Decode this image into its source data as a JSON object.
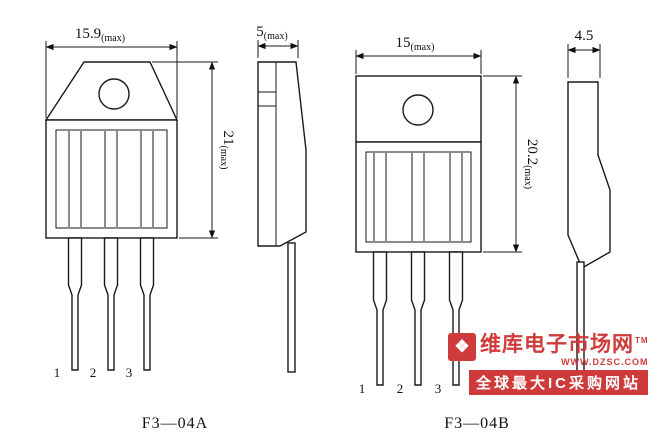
{
  "figure_a": {
    "front": {
      "width_dim": {
        "value": "15.9",
        "suffix": "(max)"
      },
      "height_dim": {
        "value": "21",
        "suffix": "(max)"
      },
      "pins": [
        "1",
        "2",
        "3"
      ],
      "caption": "F3—04A"
    },
    "side": {
      "width_dim": {
        "value": "5",
        "suffix": "(max)"
      }
    }
  },
  "figure_b": {
    "front": {
      "width_dim": {
        "value": "15",
        "suffix": "(max)"
      },
      "height_dim": {
        "value": "20.2",
        "suffix": "(max)"
      },
      "pins": [
        "1",
        "2",
        "3"
      ],
      "caption": "F3—04B"
    },
    "side": {
      "width_dim": {
        "value": "4.5",
        "suffix": ""
      }
    }
  },
  "watermark": {
    "brand": "维库电子市场网",
    "tm": "TM",
    "url": "WWW.DZSC.COM",
    "tagline": "全球最大IC采购网站",
    "color": "#cf3b3b"
  }
}
